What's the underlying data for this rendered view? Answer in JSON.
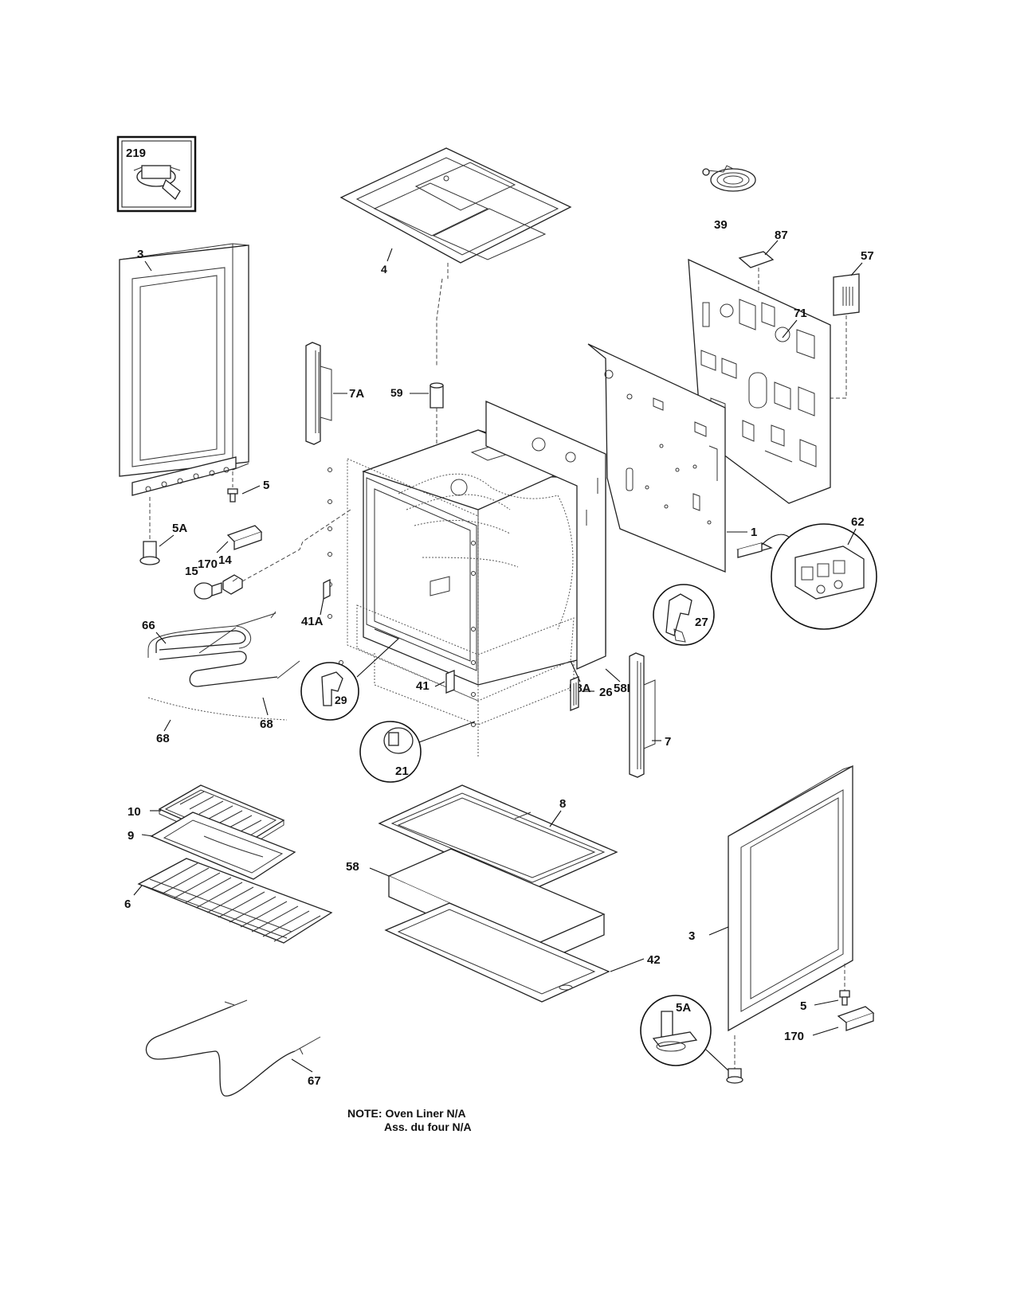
{
  "parts": {
    "p219": "219",
    "p4": "4",
    "p39": "39",
    "p87": "87",
    "p57": "57",
    "p71": "71",
    "p3_left": "3",
    "p7A": "7A",
    "p59": "59",
    "p5_left": "5",
    "p5A_left": "5A",
    "p170_left": "170",
    "p14": "14",
    "p15": "15",
    "p1": "1",
    "p62": "62",
    "p41A": "41A",
    "p58A": "58A",
    "p58B": "58B",
    "p27": "27",
    "p66": "66",
    "p41": "41",
    "p29": "29",
    "p26": "26",
    "p68_left": "68",
    "p68_right": "68",
    "p21": "21",
    "p7": "7",
    "p10": "10",
    "p8": "8",
    "p9": "9",
    "p58": "58",
    "p6": "6",
    "p3_right": "3",
    "p42": "42",
    "p5_right": "5",
    "p5A_right": "5A",
    "p170_right": "170",
    "p67": "67"
  },
  "note": {
    "line1": "NOTE: Oven Liner N/A",
    "line2": "Ass. du four N/A"
  }
}
